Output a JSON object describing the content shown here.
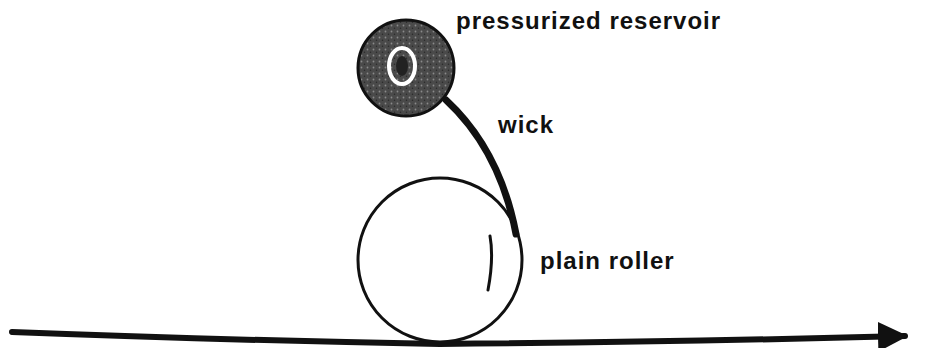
{
  "diagram": {
    "labels": [
      "pressurized reservoir",
      "wick",
      "plain roller"
    ]
  }
}
